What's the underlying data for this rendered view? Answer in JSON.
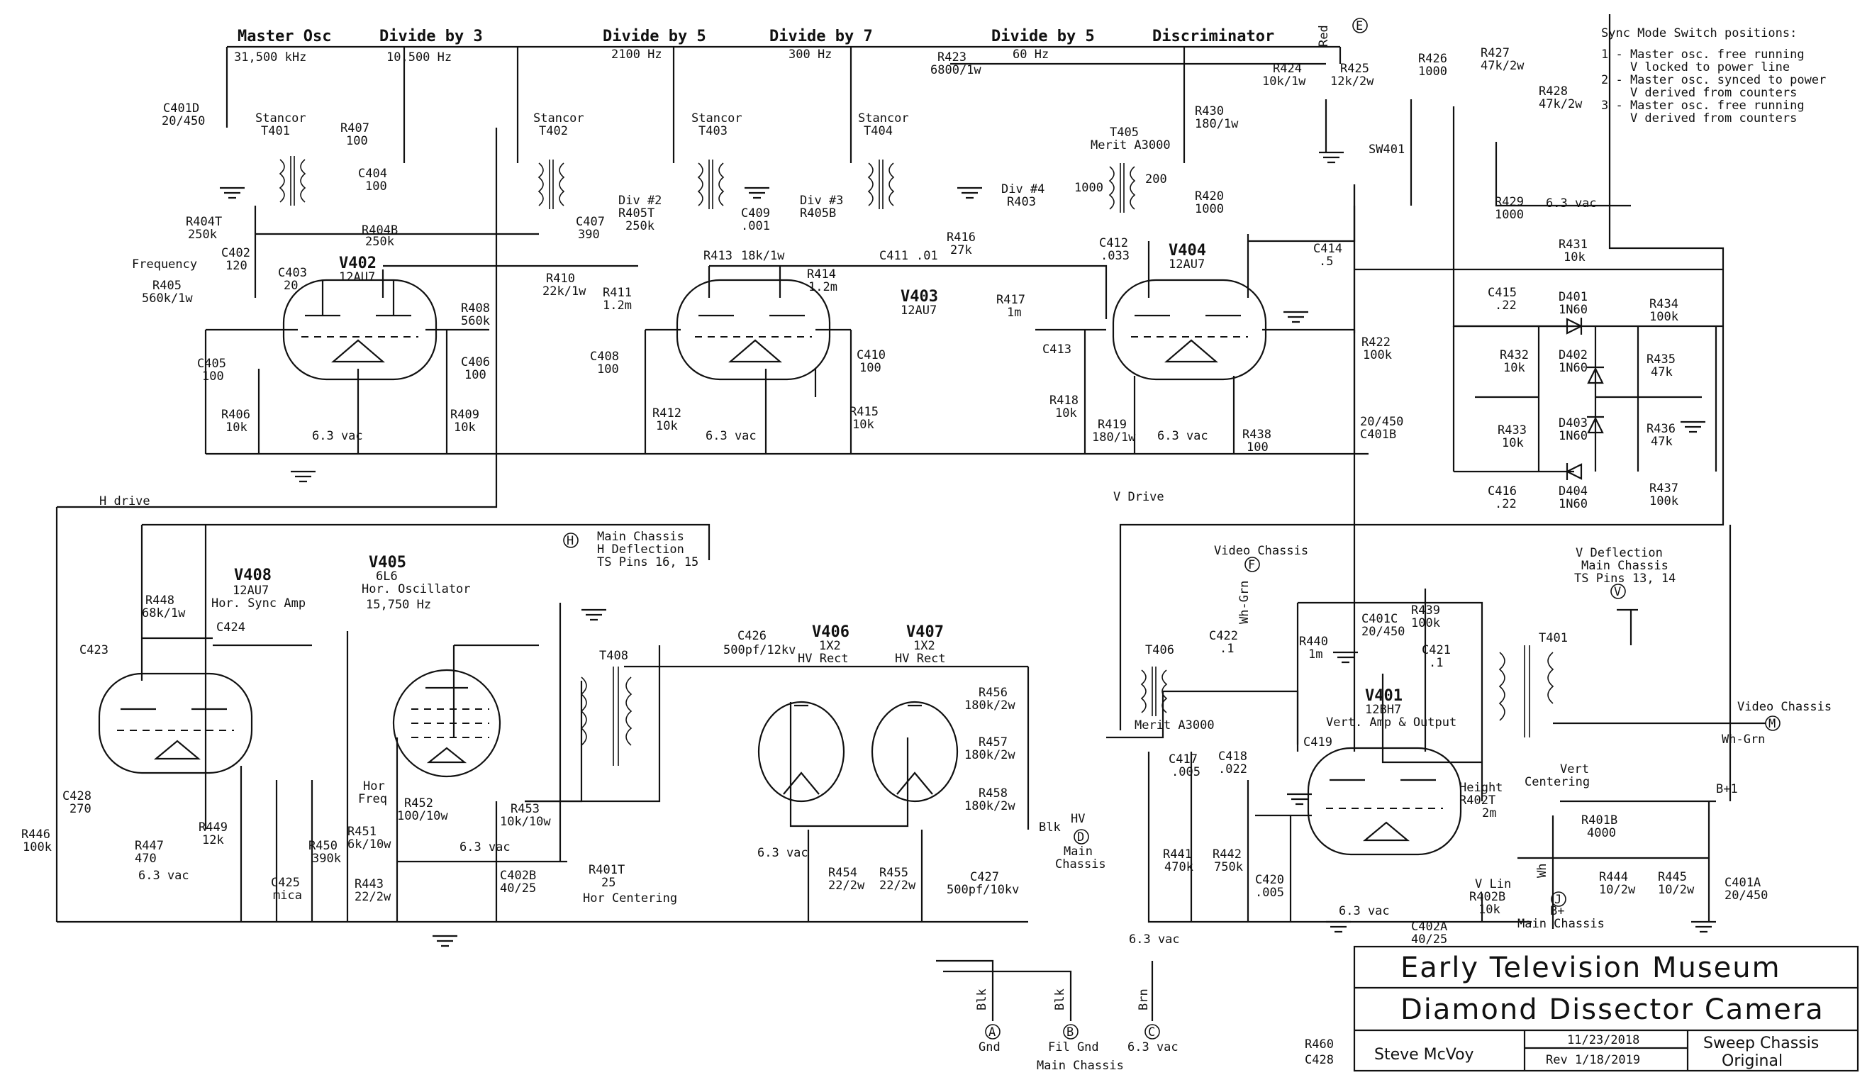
{
  "title_block": {
    "org": "Early Television Museum",
    "project": "Diamond Dissector Camera",
    "author": "Steve McVoy",
    "date": "11/23/2018",
    "revision": "Rev 1/18/2019",
    "sheet_line1": "Sweep Chassis",
    "sheet_line2": "Original",
    "notes": [
      "R460",
      "C428"
    ]
  },
  "stages": {
    "master_osc": "Master Osc",
    "master_freq": "31,500 kHz",
    "div3": "Divide by 3",
    "div3_freq": "10,500 Hz",
    "div5a": "Divide by 5",
    "div5a_freq": "2100 Hz",
    "div7": "Divide by 7",
    "div7_freq": "300 Hz",
    "div5b": "Divide by 5",
    "div5b_freq": "60 Hz",
    "disc": "Discriminator"
  },
  "sync_switch": {
    "title": "Sync Mode Switch positions:",
    "lines": [
      "1 - Master osc. free running",
      "    V locked to power line",
      "2 - Master osc. synced to power",
      "    V derived from counters",
      "3 - Master osc. free running",
      "    V derived from counters"
    ]
  },
  "nets": {
    "h_drive": "H drive",
    "v_drive": "V Drive",
    "red": "Red",
    "e": "E",
    "video_chassis_top": "Video Chassis",
    "f": "F",
    "wh_grn": "Wh-Grn",
    "main_h_def": [
      "Main Chassis",
      "H Deflection",
      "TS Pins 16, 15"
    ],
    "h": "H",
    "main_v_def": [
      "V Deflection",
      "Main Chassis",
      "TS Pins 13, 14"
    ],
    "v": "V",
    "video_chassis_right": "Video Chassis",
    "m": "M",
    "wh_grn_right": "Wh-Grn",
    "blk_hv": "Blk",
    "hv": "HV",
    "d": "D",
    "main_chassis_hv": [
      "Main",
      "Chassis"
    ],
    "bplus": "B+",
    "bplus1": "B+1",
    "j": "J",
    "bplus_main": "B+",
    "main_chassis_j": "Main Chassis",
    "wh": "Wh",
    "gnd_conn": [
      "Blk",
      "Gnd",
      "A"
    ],
    "filgnd_conn": [
      "Blk",
      "Fil Gnd",
      "B"
    ],
    "vac_conn": [
      "Brn",
      "6.3 vac",
      "C"
    ],
    "main_chassis_bottom": "Main Chassis",
    "vac_top": "6.3 vac",
    "vac_supply": "6.3 vac"
  },
  "tubes": {
    "v402": [
      "V402",
      "12AU7"
    ],
    "v403": [
      "V403",
      "12AU7"
    ],
    "v404": [
      "V404",
      "12AU7"
    ],
    "v408": [
      "V408",
      "12AU7",
      "Hor. Sync Amp"
    ],
    "v405": [
      "V405",
      "6L6",
      "Hor. Oscillator",
      "15,750 Hz"
    ],
    "v406": [
      "V406",
      "1X2",
      "HV Rect"
    ],
    "v407": [
      "V407",
      "1X2",
      "HV Rect"
    ],
    "v401": [
      "V401",
      "12BH7",
      "Vert. Amp & Output"
    ]
  },
  "transformers": {
    "t401a": [
      "Stancor",
      "T401"
    ],
    "t402": [
      "Stancor",
      "T402"
    ],
    "t403": [
      "Stancor",
      "T403"
    ],
    "t404": [
      "Stancor",
      "T404"
    ],
    "t405": [
      "T405",
      "Merit A3000"
    ],
    "t408": "T408",
    "t406": [
      "T406",
      "Merit A3000"
    ],
    "t401b": "T401"
  },
  "parts_top": [
    [
      "C401D",
      "20/450"
    ],
    [
      "R407",
      "100"
    ],
    [
      "C404",
      "100"
    ],
    [
      "R404B",
      "250k"
    ],
    [
      "R404T",
      "250k"
    ],
    [
      "Frequency",
      ""
    ],
    [
      "C402",
      "120"
    ],
    [
      "C403",
      "20"
    ],
    [
      "R405",
      "560k/1w"
    ],
    [
      "C405",
      "100"
    ],
    [
      "R406",
      "10k"
    ],
    [
      "R408",
      "560k"
    ],
    [
      "C406",
      "100"
    ],
    [
      "R409",
      "10k"
    ],
    [
      "C407",
      "390"
    ],
    [
      "R410",
      "22k/1w"
    ],
    [
      "Div #2",
      "R405T"
    ],
    [
      "250k",
      ""
    ],
    [
      "R411",
      "1.2m"
    ],
    [
      "C408",
      "100"
    ],
    [
      "R412",
      "10k"
    ],
    [
      "R413",
      "18k/1w"
    ],
    [
      "C409",
      ".001"
    ],
    [
      "Div #3",
      "R405B"
    ],
    [
      "R414",
      "1.2m"
    ],
    [
      "C410",
      "100"
    ],
    [
      "R415",
      "10k"
    ],
    [
      "C411",
      ".01"
    ],
    [
      "R416",
      "27k"
    ],
    [
      "R423",
      "6800/1w"
    ],
    [
      "Div #4",
      "R403"
    ],
    [
      "R417",
      "1m"
    ],
    [
      "C412",
      ".033"
    ],
    [
      "C413",
      ""
    ],
    [
      "R418",
      "10k"
    ],
    [
      "R419",
      "180/1w"
    ],
    [
      "R420",
      "1000"
    ],
    [
      "R430",
      "180/1w"
    ],
    [
      "C414",
      ".5"
    ],
    [
      "R422",
      "100k"
    ],
    [
      "C401B",
      "20/450"
    ],
    [
      "R438",
      "100"
    ],
    [
      "R424",
      "10k/1w"
    ],
    [
      "R425",
      "12k/2w"
    ],
    [
      "R426",
      "1000"
    ],
    [
      "R427",
      "47k/2w"
    ],
    [
      "R428",
      "47k/2w"
    ],
    [
      "SW401",
      ""
    ],
    [
      "R429",
      "1000"
    ],
    [
      "R431",
      "10k"
    ],
    [
      "C415",
      ".22"
    ],
    [
      "D401",
      "1N60"
    ],
    [
      "R434",
      "100k"
    ],
    [
      "R432",
      "10k"
    ],
    [
      "D402",
      "1N60"
    ],
    [
      "R435",
      "47k"
    ],
    [
      "R433",
      "10k"
    ],
    [
      "D403",
      "1N60"
    ],
    [
      "R436",
      "47k"
    ],
    [
      "C416",
      ".22"
    ],
    [
      "D404",
      "1N60"
    ],
    [
      "R437",
      "100k"
    ],
    [
      "1000",
      ""
    ],
    [
      "200",
      ""
    ]
  ],
  "parts_bottom": [
    [
      "R448",
      "68k/1w"
    ],
    [
      "C424",
      ""
    ],
    [
      "C423",
      ""
    ],
    [
      "C428",
      "270"
    ],
    [
      "R446",
      "100k"
    ],
    [
      "R447",
      "470"
    ],
    [
      "R449",
      "12k"
    ],
    [
      "C425",
      "mica"
    ],
    [
      "R450",
      "390k"
    ],
    [
      "R451",
      "6k/10w"
    ],
    [
      "Hor",
      "Freq"
    ],
    [
      "R452",
      "100/10w"
    ],
    [
      "R453",
      "10k/10w"
    ],
    [
      "R443",
      "22/2w"
    ],
    [
      "C402B",
      "40/25"
    ],
    [
      "R401T",
      "25"
    ],
    [
      "Hor Centering",
      ""
    ],
    [
      "C426",
      "500pf/12kv"
    ],
    [
      "R456",
      "180k/2w"
    ],
    [
      "R457",
      "180k/2w"
    ],
    [
      "R458",
      "180k/2w"
    ],
    [
      "R454",
      "22/2w"
    ],
    [
      "R455",
      "22/2w"
    ],
    [
      "C427",
      "500pf/10kv"
    ],
    [
      "C422",
      ".1"
    ],
    [
      "R440",
      "1m"
    ],
    [
      "C401C",
      "20/450"
    ],
    [
      "R439",
      "100k"
    ],
    [
      "C421",
      ".1"
    ],
    [
      "C419",
      ""
    ],
    [
      "C417",
      ".005"
    ],
    [
      "C418",
      ".022"
    ],
    [
      "R441",
      "470k"
    ],
    [
      "R442",
      "750k"
    ],
    [
      "C420",
      ".005"
    ],
    [
      "Height",
      "R402T"
    ],
    [
      "2m",
      ""
    ],
    [
      "V Lin",
      "R402B"
    ],
    [
      "10k",
      ""
    ],
    [
      "C402A",
      "40/25"
    ],
    [
      "Vert",
      "Centering"
    ],
    [
      "R401B",
      "4000"
    ],
    [
      "R444",
      "10/2w"
    ],
    [
      "R445",
      "10/2w"
    ],
    [
      "C401A",
      "20/450"
    ]
  ],
  "vac_labels": [
    "6.3 vac",
    "6.3 vac",
    "6.3 vac",
    "6.3 vac",
    "6.3 vac",
    "6.3 vac",
    "6.3 vac"
  ]
}
